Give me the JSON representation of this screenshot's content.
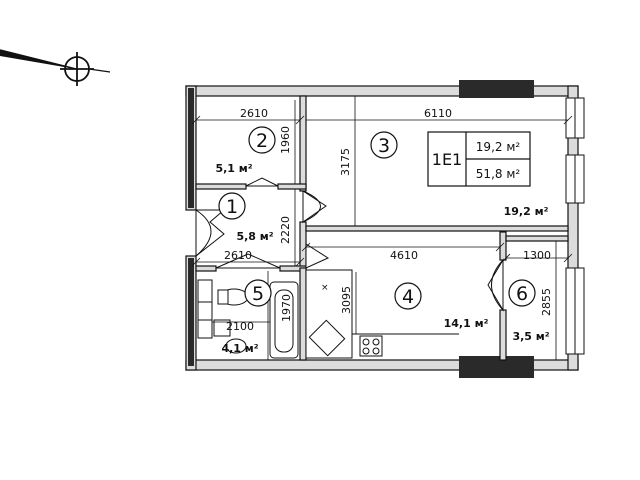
{
  "apartment": {
    "id": "1E1",
    "living_area": "19,2 м²",
    "total_area": "51,8 м²"
  },
  "rooms": [
    {
      "number": "1",
      "area": "5,8 м²"
    },
    {
      "number": "2",
      "area": "5,1 м²"
    },
    {
      "number": "3",
      "area": "19,2 м²"
    },
    {
      "number": "4",
      "area": "14,1 м²"
    },
    {
      "number": "5",
      "area": "4,1 м²"
    },
    {
      "number": "6",
      "area": "3,5 м²"
    }
  ],
  "dimensions": {
    "d2610_top": "2610",
    "d6110": "6110",
    "d1960": "1960",
    "d3175": "3175",
    "d2220": "2220",
    "d2610_mid": "2610",
    "d4610": "4610",
    "d1300": "1300",
    "d3095": "3095",
    "d2855": "2855",
    "d2100": "2100",
    "d1970": "1970"
  },
  "icons": [
    "north-arrow-icon",
    "window-icon",
    "toilet-icon",
    "bathtub-icon",
    "stove-icon",
    "sink-icon"
  ]
}
